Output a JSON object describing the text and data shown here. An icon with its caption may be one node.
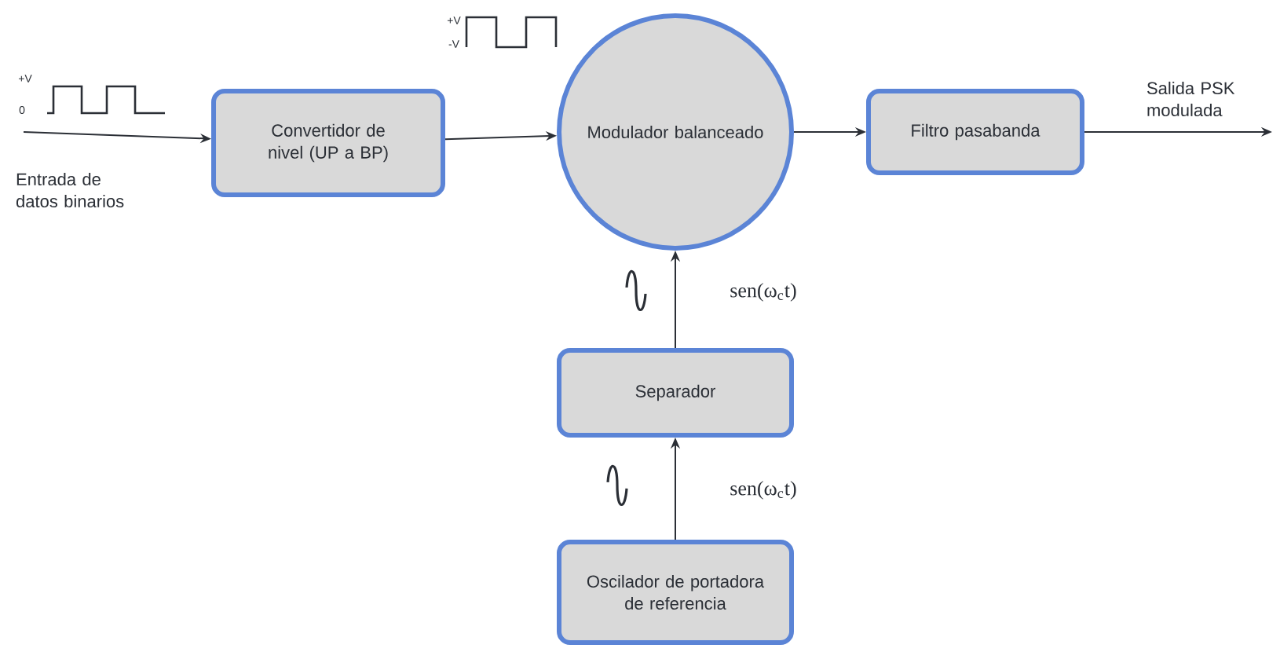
{
  "diagram": {
    "nodes": [
      {
        "text": [
          "Convertidor de nivel (UP a BP)"
        ]
      },
      {
        "text": [
          "Modulador balanceado"
        ]
      },
      {
        "text": [
          "Filtro pasabanda"
        ]
      },
      {
        "text": [
          "Separador"
        ]
      },
      {
        "text": [
          "Oscilador de portadora de referencia"
        ]
      }
    ],
    "edges": [
      {
        "from": null,
        "to": 0,
        "arrow": "to",
        "label": "Entrada de datos binarios"
      },
      {
        "from": 0,
        "to": 1,
        "arrow": "to"
      },
      {
        "from": 1,
        "to": 2,
        "arrow": "to"
      },
      {
        "from": 2,
        "to": null,
        "arrow": "to",
        "label": "Salida PSK modulada"
      },
      {
        "from": 3,
        "to": 1,
        "arrow": "to",
        "label": "sen(ω$_{c}$t)"
      },
      {
        "from": 4,
        "to": 3,
        "arrow": "to",
        "label": "sen(ω$_{c}$t)"
      }
    ],
    "labels": [
      "+V",
      "0",
      "+V",
      "-V"
    ]
  }
}
